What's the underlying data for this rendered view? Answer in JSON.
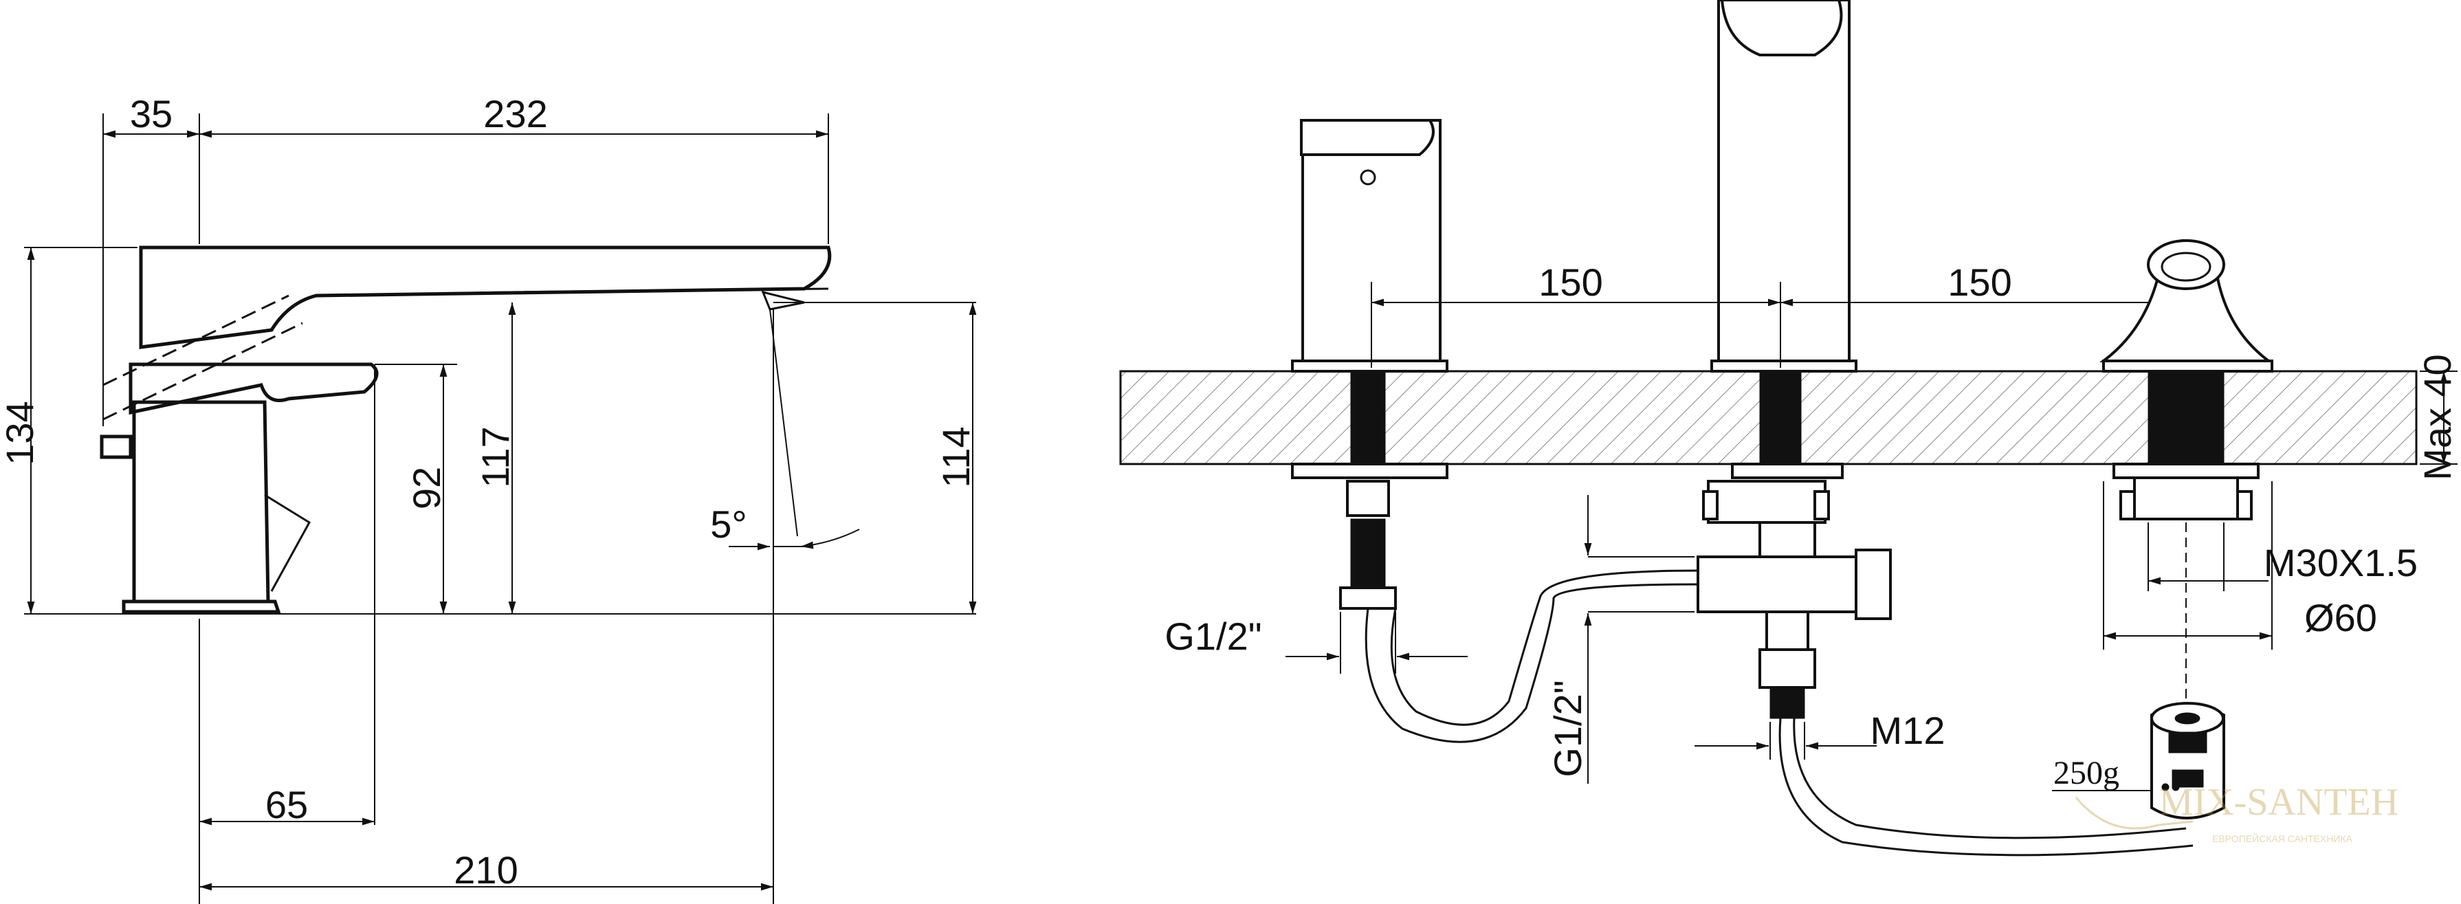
{
  "side_view": {
    "dims": {
      "d35": "35",
      "d232": "232",
      "d134": "134",
      "d92": "92",
      "d117": "117",
      "d114": "114",
      "angle": "5°",
      "d65": "65",
      "d210": "210"
    }
  },
  "install_view": {
    "dims": {
      "spacing_left": "150",
      "spacing_right": "150",
      "max_thickness": "Max 40",
      "thread": "M30X1.5",
      "diameter": "Ø60",
      "hose_left": "G1/2\"",
      "hose_center": "G1/2\"",
      "m12": "M12",
      "weight": "250g"
    }
  },
  "watermark": {
    "brand": "MIX-SANTEH",
    "tagline": "ЕВРОПЕЙСКАЯ САНТЕХНИКА"
  }
}
